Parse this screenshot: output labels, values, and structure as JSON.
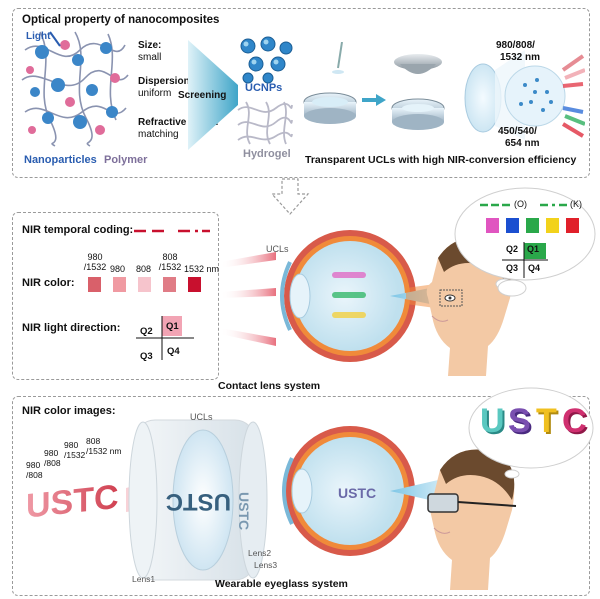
{
  "top": {
    "title": "Optical property of nanocomposites",
    "light": "Light",
    "size": "Size:",
    "size_val": "small",
    "dispersion": "Dispersion:",
    "dispersion_val": "uniform",
    "refractive": "Refractive index:",
    "refractive_val": "matching",
    "nanoparticles": "Nanoparticles",
    "polymer": "Polymer",
    "screening": "Screening",
    "ucnps": "UCNPs",
    "hydrogel": "Hydrogel",
    "nir_wl_1": "980/808/",
    "nir_wl_2": "1532 nm",
    "vis_wl_1": "450/540/",
    "vis_wl_2": "654 nm",
    "caption": "Transparent UCLs with high NIR-conversion efficiency"
  },
  "middle": {
    "temporal": "NIR temporal coding:",
    "color": "NIR color:",
    "color_labels": [
      "980\n/1532",
      "980",
      "808",
      "808\n/1532",
      "1532 nm"
    ],
    "color_swatches": [
      "#d9606a",
      "#f09aa2",
      "#f6c4cc",
      "#e07c86",
      "#c8102e"
    ],
    "direction": "NIR light direction:",
    "q1": "Q1",
    "q2": "Q2",
    "q3": "Q3",
    "q4": "Q4",
    "ucls": "UCLs",
    "caption": "Contact lens system",
    "bubble": {
      "o": "(O)",
      "k": "(K)",
      "swatches": [
        "#e055c0",
        "#1b4fd0",
        "#2aa84a",
        "#f2d21b",
        "#e0202a"
      ],
      "q1": "Q1",
      "q2": "Q2",
      "q3": "Q3",
      "q4": "Q4"
    }
  },
  "bottom": {
    "title": "NIR color images:",
    "wl_980_808": "980\n/808",
    "wl_980_808b": "980\n/808",
    "wl_980_1532": "980\n/1532",
    "wl_808_1532": "808\n/1532 nm",
    "word": "USTC",
    "ucls": "UCLs",
    "lens1": "Lens1",
    "lens2": "Lens2",
    "lens3": "Lens3",
    "caption": "Wearable eyeglass system",
    "letters": [
      "U",
      "S",
      "T",
      "C"
    ],
    "letter_colors": [
      "#5ac8c0",
      "#7a4fb0",
      "#f0c020",
      "#d03070"
    ]
  }
}
